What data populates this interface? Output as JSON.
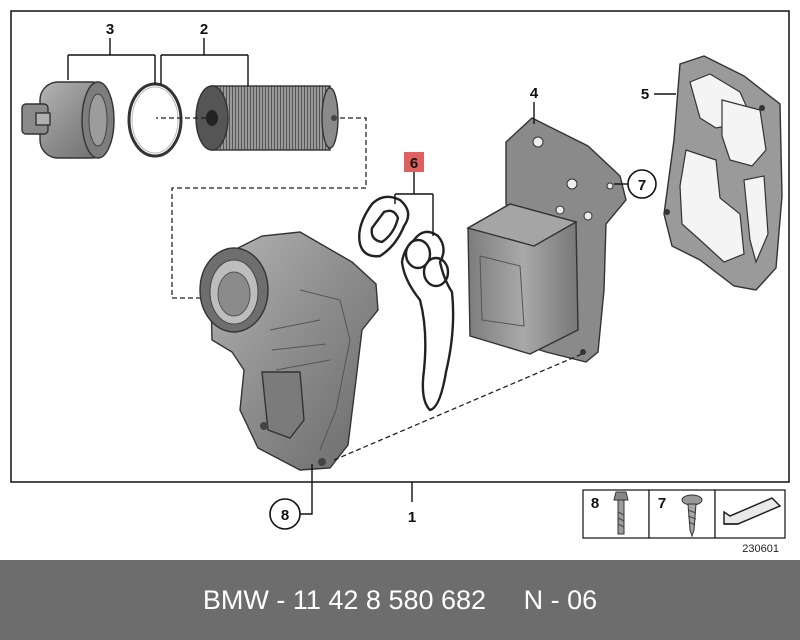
{
  "callouts": {
    "c1": "1",
    "c2": "2",
    "c3": "3",
    "c4": "4",
    "c5": "5",
    "c6": "6",
    "c7": "7",
    "c8": "8"
  },
  "legend": {
    "item_a": "8",
    "item_b": "7"
  },
  "diagram_number": "230601",
  "footer": {
    "part_text": "BMW - 11 42 8 580 682",
    "variant_text": "N - 06"
  },
  "colors": {
    "highlight": "#e06060",
    "part_fill": "#8f8f8f",
    "footer_bg": "#6d6d6d"
  }
}
